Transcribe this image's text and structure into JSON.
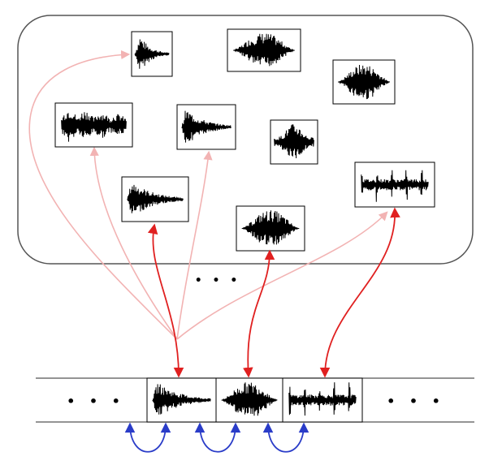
{
  "diagram": {
    "ellipsis_pool": "• • •",
    "ellipsis_left": "• • •",
    "ellipsis_right": "• • •",
    "colors": {
      "frame": "#555555",
      "waveform": "#000000",
      "selected_link": "#e02020",
      "faded_link": "#f2b3b3",
      "transition": "#2a3cc8"
    },
    "pool_units": [
      {
        "id": "unit-1",
        "shape": "short-burst"
      },
      {
        "id": "unit-2",
        "shape": "spindle"
      },
      {
        "id": "unit-3",
        "shape": "spindle"
      },
      {
        "id": "unit-4",
        "shape": "comb"
      },
      {
        "id": "unit-5",
        "shape": "decay"
      },
      {
        "id": "unit-6",
        "shape": "spiky"
      },
      {
        "id": "unit-7",
        "shape": "decay",
        "selected": true
      },
      {
        "id": "unit-8",
        "shape": "spindle",
        "selected": true
      },
      {
        "id": "unit-9",
        "shape": "sparse",
        "selected": true
      }
    ],
    "sequence_segments": [
      {
        "id": "segment-1",
        "shape": "decay"
      },
      {
        "id": "segment-2",
        "shape": "spindle"
      },
      {
        "id": "segment-3",
        "shape": "sparse"
      }
    ]
  }
}
